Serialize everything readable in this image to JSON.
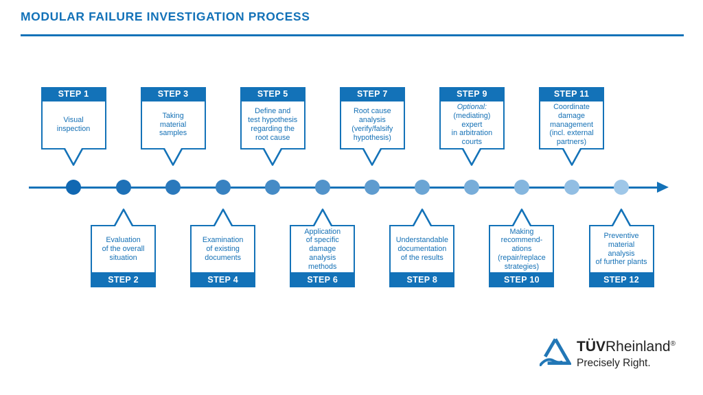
{
  "title": "MODULAR FAILURE INVESTIGATION PROCESS",
  "colors": {
    "primary_blue": "#1372b8",
    "step_text_blue": "#1470b5",
    "logo_blue": "#2277b6",
    "logo_text": "#222222"
  },
  "timeline": {
    "dot_colors": [
      "#1168b2",
      "#1e71b7",
      "#2b79bc",
      "#3882c1",
      "#458bc6",
      "#5293ca",
      "#5f9ccf",
      "#6ba5d4",
      "#78add9",
      "#85b6de",
      "#92bee3",
      "#9fc7e8"
    ]
  },
  "steps": [
    {
      "label": "STEP 1",
      "side": "top",
      "italic_prefix": "",
      "text": "Visual\ninspection"
    },
    {
      "label": "STEP 2",
      "side": "bottom",
      "italic_prefix": "",
      "text": "Evaluation\nof the overall\nsituation"
    },
    {
      "label": "STEP 3",
      "side": "top",
      "italic_prefix": "",
      "text": "Taking\nmaterial\nsamples"
    },
    {
      "label": "STEP 4",
      "side": "bottom",
      "italic_prefix": "",
      "text": "Examination\nof existing\ndocuments"
    },
    {
      "label": "STEP 5",
      "side": "top",
      "italic_prefix": "",
      "text": "Define and\ntest hypothesis\nregarding the\nroot cause"
    },
    {
      "label": "STEP 6",
      "side": "bottom",
      "italic_prefix": "",
      "text": "Application\nof specific\ndamage\nanalysis\nmethods"
    },
    {
      "label": "STEP 7",
      "side": "top",
      "italic_prefix": "",
      "text": "Root cause\nanalysis\n(verify/falsify\nhypothesis)"
    },
    {
      "label": "STEP 8",
      "side": "bottom",
      "italic_prefix": "",
      "text": "Understandable\ndocumentation\nof the results"
    },
    {
      "label": "STEP 9",
      "side": "top",
      "italic_prefix": "Optional:",
      "text": "(mediating)\nexpert\nin arbitration\ncourts"
    },
    {
      "label": "STEP 10",
      "side": "bottom",
      "italic_prefix": "",
      "text": "Making\nrecommend-\nations\n(repair/replace\nstrategies)"
    },
    {
      "label": "STEP 11",
      "side": "top",
      "italic_prefix": "",
      "text": "Coordinate\ndamage\nmanagement\n(incl. external\npartners)"
    },
    {
      "label": "STEP 12",
      "side": "bottom",
      "italic_prefix": "",
      "text": "Preventive\nmaterial\nanalysis\nof further plants"
    }
  ],
  "logo": {
    "tuv": "TÜV",
    "rheinland": "Rheinland",
    "registered": "®",
    "tagline": "Precisely Right."
  }
}
